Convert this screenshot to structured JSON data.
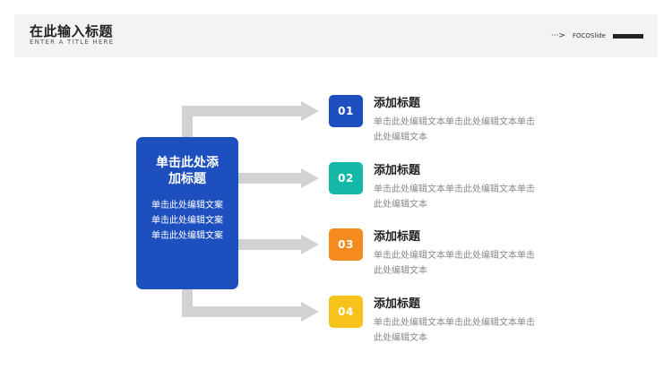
{
  "header": {
    "title": "在此输入标题",
    "subtitle": "ENTER A TITLE HERE",
    "brand_arrow": "···>",
    "brand_name": "FOCOSlide"
  },
  "main_card": {
    "title": "单击此处添加标题",
    "text": "单击此处编辑文案单击此处编辑文案单击此处编辑文案"
  },
  "items": [
    {
      "number": "01",
      "title": "添加标题",
      "text": "单击此处编辑文本单击此处编辑文本单击此处编辑文本",
      "color": "#1e4fbf"
    },
    {
      "number": "02",
      "title": "添加标题",
      "text": "单击此处编辑文本单击此处编辑文本单击此处编辑文本",
      "color": "#14b8a6"
    },
    {
      "number": "03",
      "title": "添加标题",
      "text": "单击此处编辑文本单击此处编辑文本单击此处编辑文本",
      "color": "#f58a1f"
    },
    {
      "number": "04",
      "title": "添加标题",
      "text": "单击此处编辑文本单击此处编辑文本单击此处编辑文本",
      "color": "#f7c21a"
    }
  ],
  "colors": {
    "connector": "#d2d2d2",
    "header_bg": "#f3f3f3"
  }
}
